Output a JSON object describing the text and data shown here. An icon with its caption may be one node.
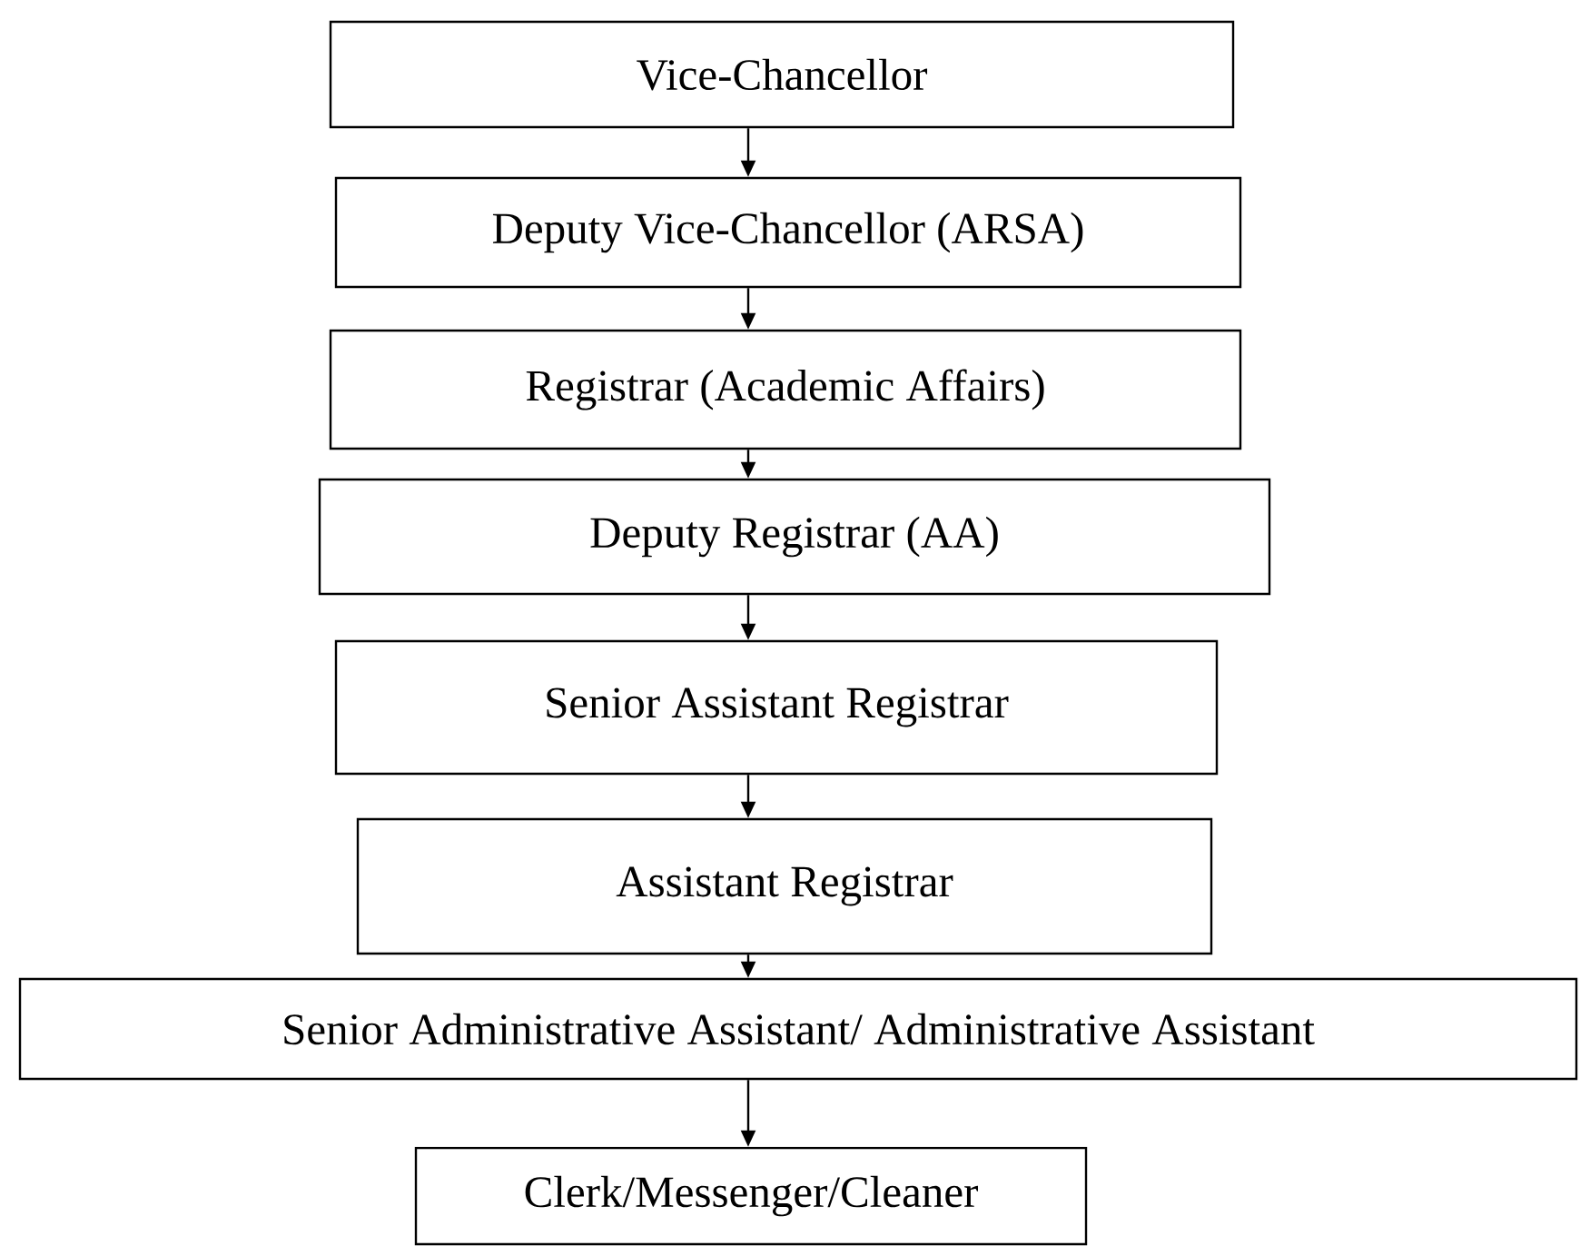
{
  "diagram": {
    "nodes": [
      {
        "text": [
          "Vice-Chancellor"
        ]
      },
      {
        "text": [
          "Deputy Vice-Chancellor (ARSA)"
        ]
      },
      {
        "text": [
          "Registrar (Academic Affairs)"
        ]
      },
      {
        "text": [
          "Deputy Registrar (AA)"
        ]
      },
      {
        "text": [
          "Senior Assistant Registrar"
        ]
      },
      {
        "text": [
          "Assistant Registrar"
        ]
      },
      {
        "text": [
          "Senior Administrative Assistant/ Administrative Assistant"
        ]
      },
      {
        "text": [
          "Clerk/Messenger/Cleaner"
        ]
      }
    ],
    "edges": [
      {
        "from": 0,
        "to": 1,
        "arrow": "to"
      },
      {
        "from": 1,
        "to": 2,
        "arrow": "to"
      },
      {
        "from": 2,
        "to": 3,
        "arrow": "to"
      },
      {
        "from": 3,
        "to": 4,
        "arrow": "to"
      },
      {
        "from": 4,
        "to": 5,
        "arrow": "to"
      },
      {
        "from": 5,
        "to": 6,
        "arrow": "to"
      },
      {
        "from": 6,
        "to": 7,
        "arrow": "to"
      }
    ]
  }
}
